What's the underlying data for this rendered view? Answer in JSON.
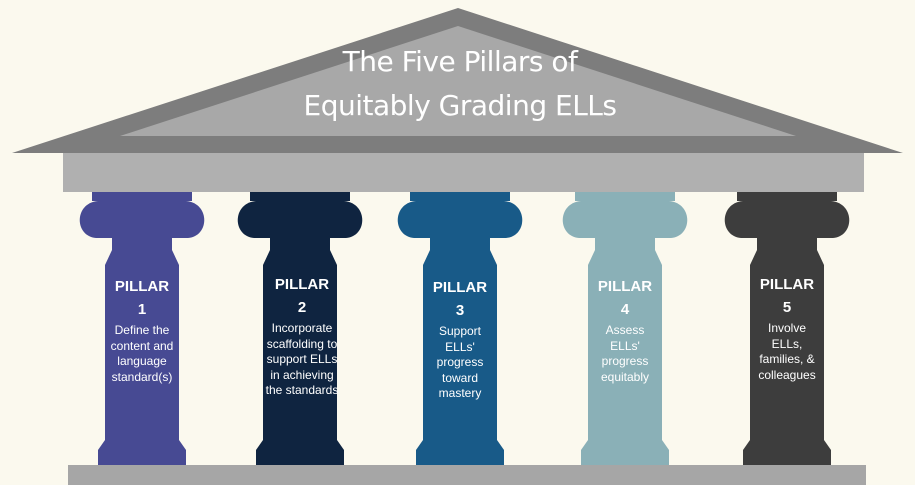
{
  "title": {
    "line1": "The Five Pillars of",
    "line2": "Equitably Grading ELLs"
  },
  "pillars": [
    {
      "label": "PILLAR",
      "number": "1",
      "description": "Define the content and language standard(s)",
      "color": "#474a93"
    },
    {
      "label": "PILLAR",
      "number": "2",
      "description": "Incorporate scaffolding to support ELLs in achieving the standards",
      "color": "#0f2440"
    },
    {
      "label": "PILLAR",
      "number": "3",
      "description": "Support ELLs' progress toward mastery",
      "color": "#185a88"
    },
    {
      "label": "PILLAR",
      "number": "4",
      "description": "Assess ELLs' progress equitably",
      "color": "#8ab0b7"
    },
    {
      "label": "PILLAR",
      "number": "5",
      "description": "Involve ELLs, families, & colleagues",
      "color": "#3d3d3d"
    }
  ],
  "colors": {
    "background": "#fbf9ee",
    "roof": "#7d7d7d",
    "roof_inner": "#a8a8a8",
    "entablature": "#b0b0b0",
    "base": "#a6a6a6"
  }
}
